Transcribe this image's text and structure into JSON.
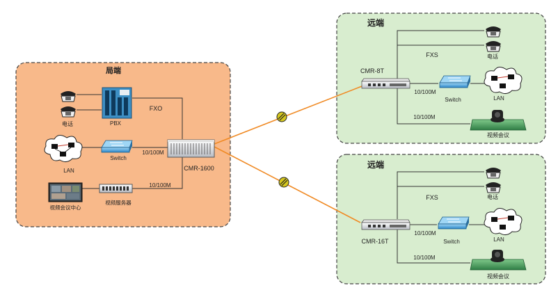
{
  "panels": {
    "local": {
      "title": "局端",
      "fill": "#f8b98a",
      "border": "#444444",
      "phone_label": "电话",
      "pbx_label": "PBX",
      "fxo_label": "FXO",
      "lan_label": "LAN",
      "switch_label": "Switch",
      "speed_switch": "10/100M",
      "device_label": "CMR-1600",
      "speed_video": "10/100M",
      "video_center_label": "视频会议中心",
      "video_server_label": "视频服务器"
    },
    "remote1": {
      "title": "远端",
      "fill": "#d8edcf",
      "border": "#444444",
      "fxs_label": "FXS",
      "phone_label": "电话",
      "device_label": "CMR-8T",
      "speed_switch": "10/100M",
      "switch_label": "Switch",
      "lan_label": "LAN",
      "speed_video": "10/100M",
      "video_label": "视频会议"
    },
    "remote2": {
      "title": "远端",
      "fill": "#d8edcf",
      "border": "#444444",
      "fxs_label": "FXS",
      "phone_label": "电话",
      "device_label": "CMR-16T",
      "speed_switch": "10/100M",
      "switch_label": "Switch",
      "lan_label": "LAN",
      "speed_video": "10/100M",
      "video_label": "视频会议"
    }
  },
  "colors": {
    "link": "#f08a24",
    "line": "#333333",
    "switch": "#4ba3d8",
    "pbx": "#3d8fc4",
    "antenna": "#c8c020"
  }
}
